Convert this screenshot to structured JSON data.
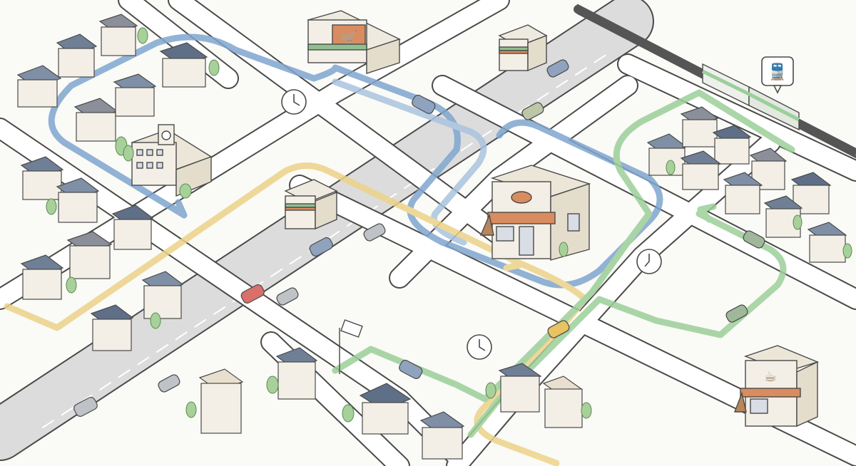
{
  "map": {
    "background": "#fafaf7",
    "road_color": "#ffffff",
    "road_edge": "#4a4a4a",
    "avenue_color": "#dcdcdc",
    "roof_colors": [
      "#7f8fa6",
      "#6f7f95",
      "#8a8f99",
      "#5f6f88"
    ],
    "wall_color": "#f3efe6"
  },
  "routes": [
    {
      "id": "blue",
      "color": "#7fa6cf"
    },
    {
      "id": "yellow",
      "color": "#ecd389"
    },
    {
      "id": "green",
      "color": "#9ccf99"
    }
  ],
  "landmarks": {
    "supermarket": {
      "icon": "shopping-cart-icon",
      "accent": "#d98c5f"
    },
    "convenience_store": {
      "icon": "convenience-store-icon",
      "accent": "#8fbf8f"
    },
    "restaurant": {
      "icon": "bowl-icon",
      "accent": "#d98c5f"
    },
    "cafe": {
      "icon": "coffee-cup-icon",
      "accent": "#d98c5f"
    },
    "school": {
      "icon": "clock-tower-icon"
    },
    "train_station": {
      "icon": "train-icon"
    }
  },
  "clock_markers": [
    "clock-icon",
    "clock-icon",
    "clock-icon"
  ],
  "vehicle_colors": [
    "#8fa3bf",
    "#bcc7a8",
    "#d9706a",
    "#e8c263",
    "#9fb89a",
    "#bfc3c8"
  ]
}
